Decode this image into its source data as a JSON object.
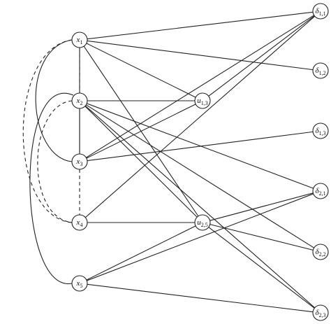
{
  "nodes": [
    {
      "id": "x1",
      "base": "x",
      "sub": "1"
    },
    {
      "id": "x2",
      "base": "x",
      "sub": "2"
    },
    {
      "id": "x3",
      "base": "x",
      "sub": "3"
    },
    {
      "id": "x4",
      "base": "x",
      "sub": "4"
    },
    {
      "id": "x5",
      "base": "x",
      "sub": "5"
    },
    {
      "id": "u13",
      "base": "u",
      "sub": "1,3"
    },
    {
      "id": "u25",
      "base": "u",
      "sub": "2,5"
    },
    {
      "id": "d11",
      "base": "δ",
      "sub": "1,1"
    },
    {
      "id": "d12",
      "base": "δ",
      "sub": "1,2"
    },
    {
      "id": "d13",
      "base": "δ",
      "sub": "1,3"
    },
    {
      "id": "d21",
      "base": "δ",
      "sub": "2,1"
    },
    {
      "id": "d22",
      "base": "δ",
      "sub": "2,2"
    },
    {
      "id": "d23",
      "base": "δ",
      "sub": "2,3"
    }
  ],
  "edges": [
    {
      "from": "x1",
      "to": "d11"
    },
    {
      "from": "x1",
      "to": "d12"
    },
    {
      "from": "x1",
      "to": "u13"
    },
    {
      "from": "x1",
      "to": "x3"
    },
    {
      "from": "x1",
      "to": "u25"
    },
    {
      "from": "x2",
      "to": "u13"
    },
    {
      "from": "x2",
      "to": "x3"
    },
    {
      "from": "x2",
      "to": "d21"
    },
    {
      "from": "x2",
      "to": "d22"
    },
    {
      "from": "x2",
      "to": "u25"
    },
    {
      "from": "x2",
      "to": "d23"
    },
    {
      "from": "x3",
      "to": "d11"
    },
    {
      "from": "x3",
      "to": "d13"
    },
    {
      "from": "x3",
      "to": "u13"
    },
    {
      "from": "u13",
      "to": "d11"
    },
    {
      "from": "x4",
      "to": "u25"
    },
    {
      "from": "x4",
      "to": "d11"
    },
    {
      "from": "x5",
      "to": "d21"
    },
    {
      "from": "x5",
      "to": "u25"
    },
    {
      "from": "x5",
      "to": "d23"
    },
    {
      "from": "u25",
      "to": "d21"
    },
    {
      "from": "u25",
      "to": "d22"
    },
    {
      "from": "u25",
      "to": "d23"
    },
    {
      "from": "x1",
      "to": "x2",
      "style": "dashed"
    },
    {
      "from": "x3",
      "to": "x4",
      "style": "dashed"
    },
    {
      "from": "x1",
      "to": "x3",
      "style": "arc-solid"
    },
    {
      "from": "x1",
      "to": "x4",
      "style": "arc-dashed"
    },
    {
      "from": "x2",
      "to": "x4",
      "style": "arc-dashed"
    },
    {
      "from": "x2",
      "to": "x5",
      "style": "arc-solid"
    }
  ]
}
